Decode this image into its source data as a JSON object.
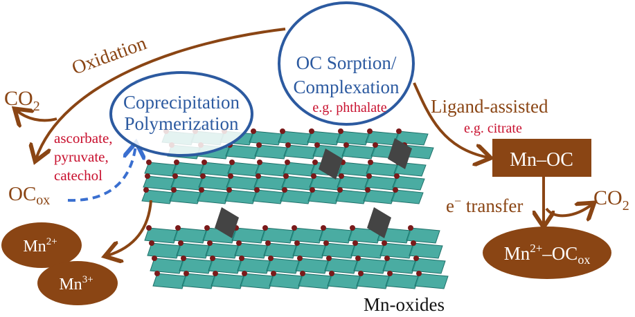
{
  "colors": {
    "brown": "#8a4514",
    "blue": "#2c5aa0",
    "red": "#c8102e",
    "dashed_blue": "#3a6fd0",
    "teal": "#2a9d92",
    "atom": "#7a1a1a"
  },
  "labels": {
    "oxidation": "Oxidation",
    "co2_left": "CO",
    "co2_left_sub": "2",
    "sorption_line1": "OC Sorption/",
    "sorption_line2": "Complexation",
    "sorption_example": "e.g. phthalate",
    "coprecip_line1": "Coprecipitation",
    "coprecip_line2": "Polymerization",
    "reductants": [
      "ascorbate,",
      "pyruvate,",
      "catechol"
    ],
    "oc_ox": "OC",
    "oc_ox_sub": "ox",
    "ligand": "Ligand-assisted",
    "ligand_example": "e.g. citrate",
    "mn_oc": "Mn–OC",
    "e_transfer_sym": "e",
    "e_transfer_sup": "−",
    "e_transfer": " transfer",
    "co2_right": "CO",
    "co2_right_sub": "2",
    "mn2_oc": "Mn",
    "mn2_oc_sup": "2+",
    "mn2_oc_rest": "–OC",
    "mn2_oc_sub": "ox",
    "mn2": "Mn",
    "mn2_sup": "2+",
    "mn3": "Mn",
    "mn3_sup": "3+",
    "mn_oxides": "Mn-oxides"
  }
}
